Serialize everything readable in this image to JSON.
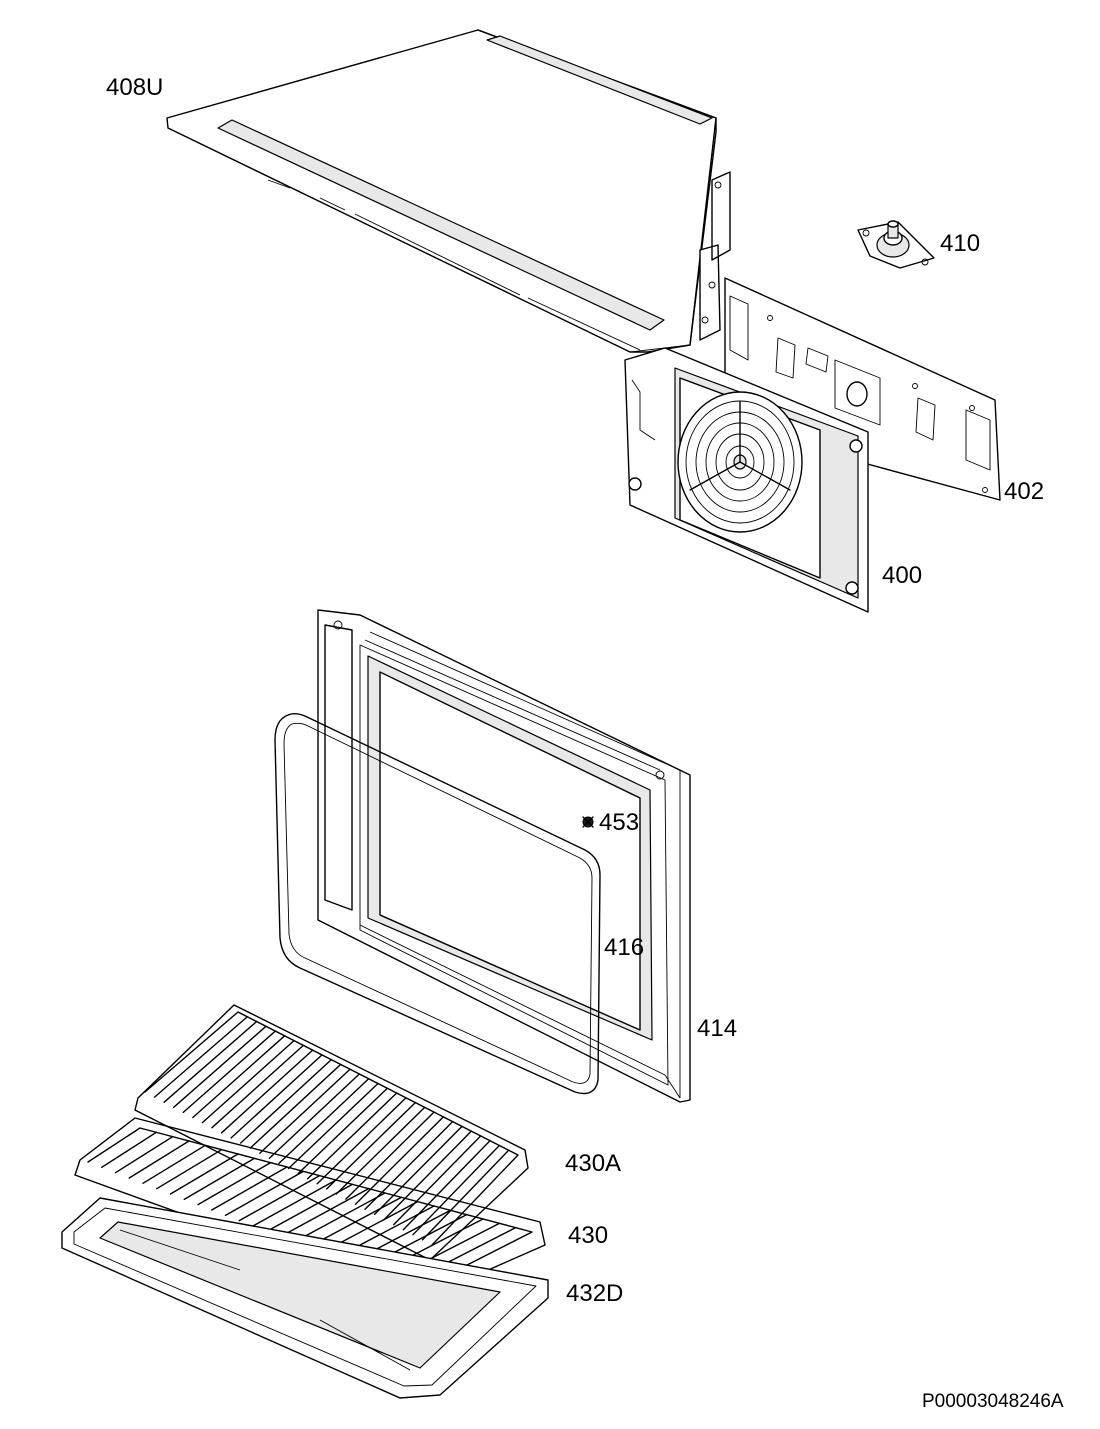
{
  "parts": [
    {
      "id": "p408u",
      "label": "408U"
    },
    {
      "id": "p410",
      "label": "410"
    },
    {
      "id": "p402",
      "label": "402"
    },
    {
      "id": "p400",
      "label": "400"
    },
    {
      "id": "p453",
      "label": "453"
    },
    {
      "id": "p416",
      "label": "416"
    },
    {
      "id": "p414",
      "label": "414"
    },
    {
      "id": "p430a",
      "label": "430A"
    },
    {
      "id": "p430",
      "label": "430"
    },
    {
      "id": "p432d",
      "label": "432D"
    }
  ],
  "document_code": "P00003048246A"
}
